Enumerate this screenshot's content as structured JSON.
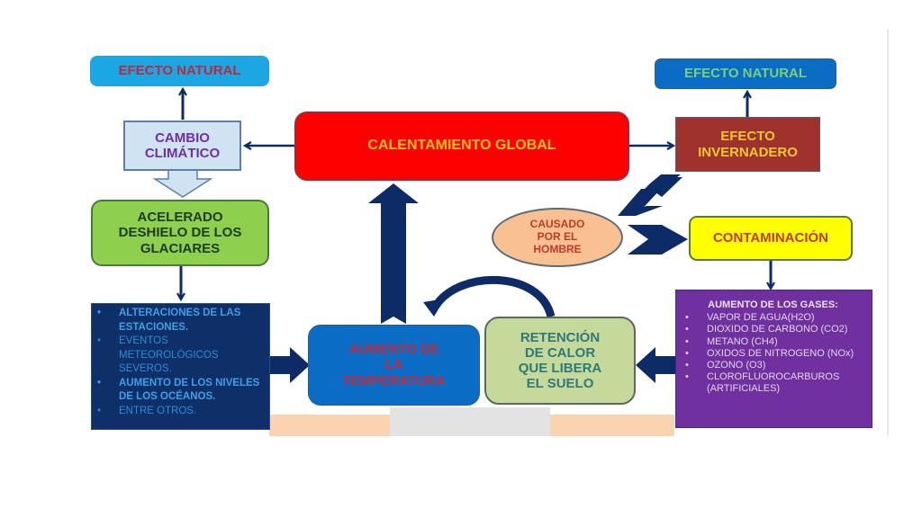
{
  "title": "Calentamiento Global - mapa conceptual",
  "colors": {
    "arrow": "#0d2b66",
    "central_fill": "#ff0000",
    "central_text": "#f5c518"
  },
  "nodes": {
    "central": "CALENTAMIENTO GLOBAL",
    "efecto_natural_left": "EFECTO NATURAL",
    "cambio_climatico": [
      "CAMBIO",
      "CLIMÁTICO"
    ],
    "deshielo": [
      "ACELERADO",
      "DESHIELO DE LOS",
      "GLACIARES"
    ],
    "consecuencias": [
      {
        "text": "ALTERACIONES DE LAS ESTACIONES.",
        "emphasis": true
      },
      {
        "text": "EVENTOS METEOROLÓGICOS SEVEROS.",
        "emphasis": false
      },
      {
        "text": "AUMENTO DE LOS NIVELES DE LOS OCÉANOS.",
        "emphasis": true
      },
      {
        "text": "ENTRE OTROS.",
        "emphasis": false
      }
    ],
    "aumento_temperatura": [
      "AUMENTO DE",
      "LA",
      "TEMPERATURA"
    ],
    "retencion_calor": [
      "RETENCIÓN",
      "DE CALOR",
      "QUE LIBERA",
      "EL SUELO"
    ],
    "efecto_natural_right": "EFECTO NATURAL",
    "efecto_invernadero": [
      "EFECTO",
      "INVERNADERO"
    ],
    "causado_por_hombre": [
      "CAUSADO",
      "POR EL",
      "HOMBRE"
    ],
    "contaminacion": "CONTAMINACIÓN",
    "gases": {
      "heading": "AUMENTO DE LOS GASES:",
      "items": [
        "VAPOR DE AGUA(H2O)",
        "DIOXIDO DE CARBONO (CO2)",
        "METANO (CH4)",
        "OXIDOS DE NITROGENO (NOx)",
        "OZONO (O3)",
        "CLOROFLUOROCARBUROS (ARTIFICIALES)"
      ]
    }
  }
}
